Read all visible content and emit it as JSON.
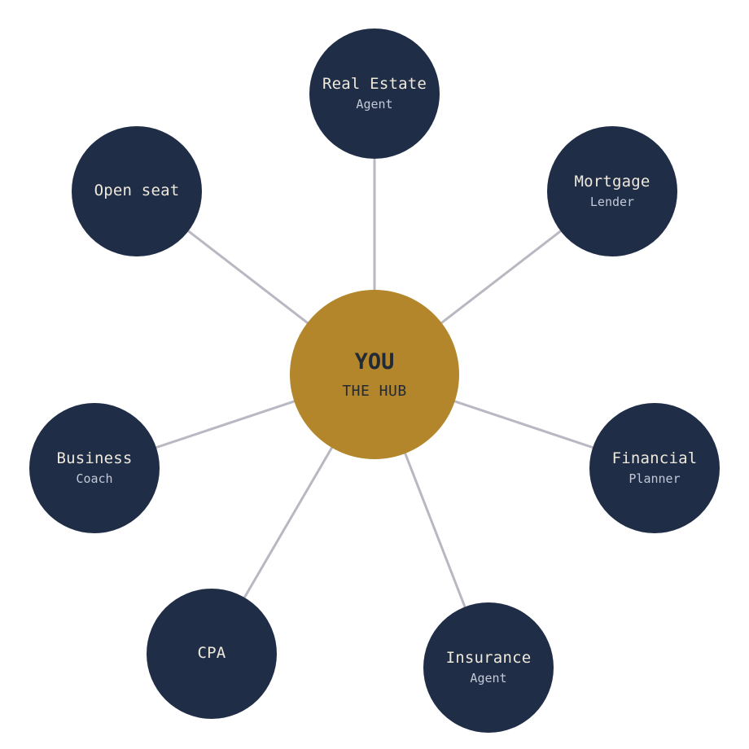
{
  "colors": {
    "hub": "#b3862c",
    "node": "#1f2d47",
    "link": "#b8b8c2",
    "node_text": "#efe9dc",
    "node_subtext": "#c3c9d6",
    "hub_text": "#222a36"
  },
  "hub": {
    "title": "YOU",
    "subtitle": "THE HUB"
  },
  "nodes": [
    {
      "label": "Real Estate",
      "sub": "Agent"
    },
    {
      "label": "Mortgage",
      "sub": "Lender"
    },
    {
      "label": "Financial",
      "sub": "Planner"
    },
    {
      "label": "Insurance",
      "sub": "Agent"
    },
    {
      "label": "CPA",
      "sub": ""
    },
    {
      "label": "Business",
      "sub": "Coach"
    },
    {
      "label": "Open seat",
      "sub": ""
    }
  ]
}
